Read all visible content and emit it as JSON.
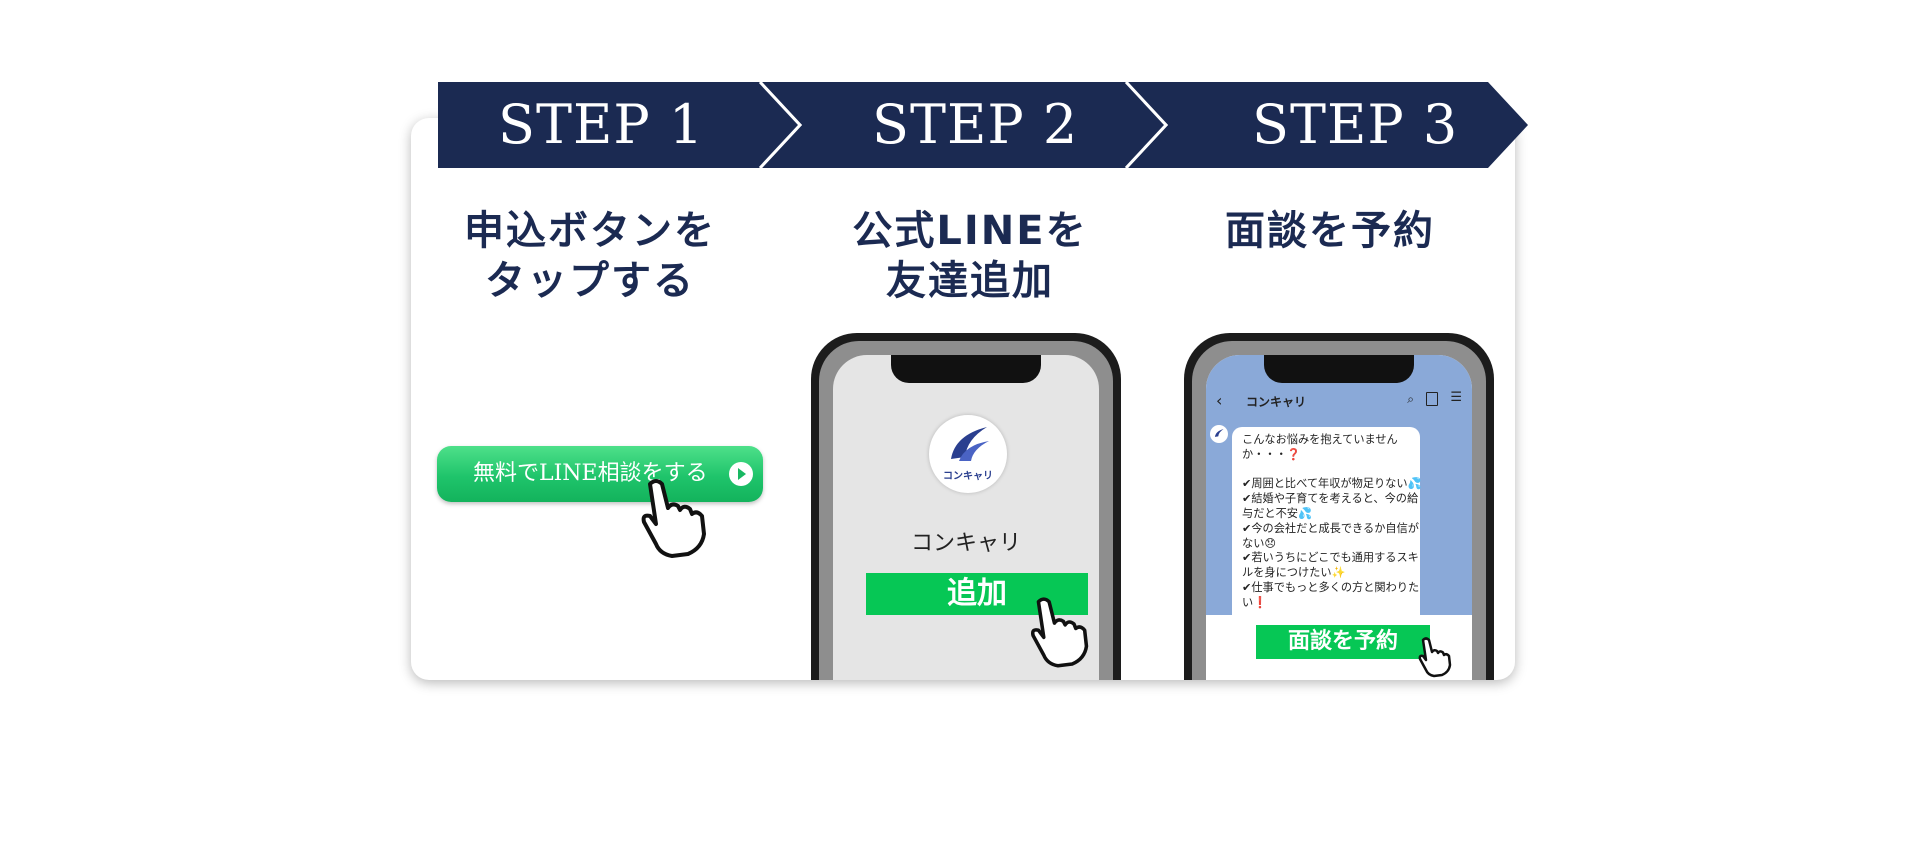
{
  "steps": [
    {
      "label": "STEP 1",
      "heading_line1": "申込ボタンを",
      "heading_line2": "タップする"
    },
    {
      "label": "STEP 2",
      "heading_line1": "公式LINEを",
      "heading_line2": "友達追加"
    },
    {
      "label": "STEP 3",
      "heading_line1": "面談を予約",
      "heading_line2": ""
    }
  ],
  "cta": {
    "label": "無料でLINE相談をする"
  },
  "step2_phone": {
    "account_name": "コンキャリ",
    "add_button": "追加",
    "logo_text": "コンキャリ"
  },
  "step3_phone": {
    "header_title": "コンキャリ",
    "chat_lines": [
      "こんなお悩みを抱えていません",
      "か・・・❓",
      "",
      "✔周囲と比べて年収が物足りない💦",
      "✔結婚や子育てを考えると、今の給",
      "与だと不安💦",
      "✔今の会社だと成長できるか自信が",
      "ない😞",
      "✔若いうちにどこでも通用するスキ",
      "ルを身につけたい✨",
      "✔仕事でもっと多くの方と関わりた",
      "い❗"
    ],
    "reserve_button": "面談を予約"
  },
  "colors": {
    "navy": "#1b2a52",
    "line_green": "#06c755",
    "chat_bg": "#8aa9d8"
  }
}
